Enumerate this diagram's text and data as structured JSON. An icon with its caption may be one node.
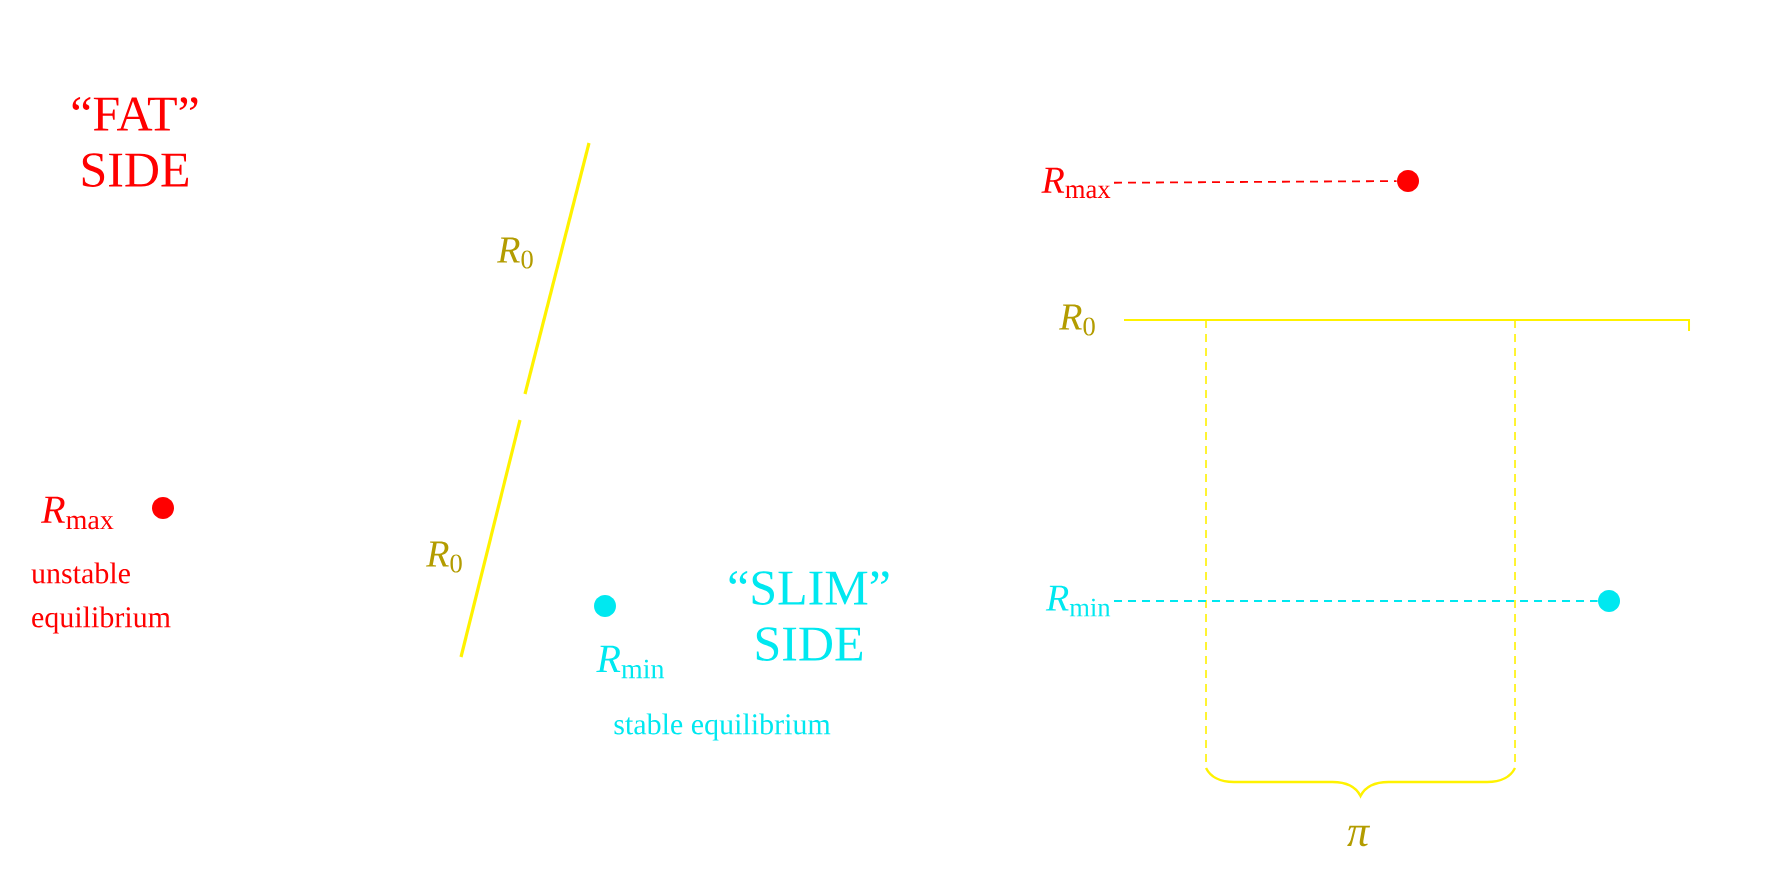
{
  "diagram": {
    "nodes": [
      {
        "text": [],
        "shape": "circle",
        "beside": [
          "*R*$_{max}$",
          "unstable equilibrium"
        ]
      },
      {
        "text": [],
        "shape": "circle",
        "beside": [
          "*R*$_{min}$",
          "stable equilibrium"
        ]
      },
      {
        "text": [
          "*R*$_{max}$"
        ]
      },
      {
        "text": [],
        "shape": "circle"
      },
      {
        "text": [
          "*R*$_{min}$"
        ]
      },
      {
        "text": [],
        "shape": "circle"
      }
    ],
    "edges": [
      {
        "from": 2,
        "to": 3,
        "arrow": "none",
        "style": "dashed",
        "color": "#ff0000"
      },
      {
        "from": 4,
        "to": 5,
        "arrow": "none",
        "style": "dashed",
        "color": "#00e8f0"
      }
    ],
    "labels": [
      "“FAT” SIDE",
      "*R*$_{0}$",
      "*R*$_{0}$",
      "“SLIM” SIDE",
      "*R*$_{0}$",
      "π"
    ]
  }
}
